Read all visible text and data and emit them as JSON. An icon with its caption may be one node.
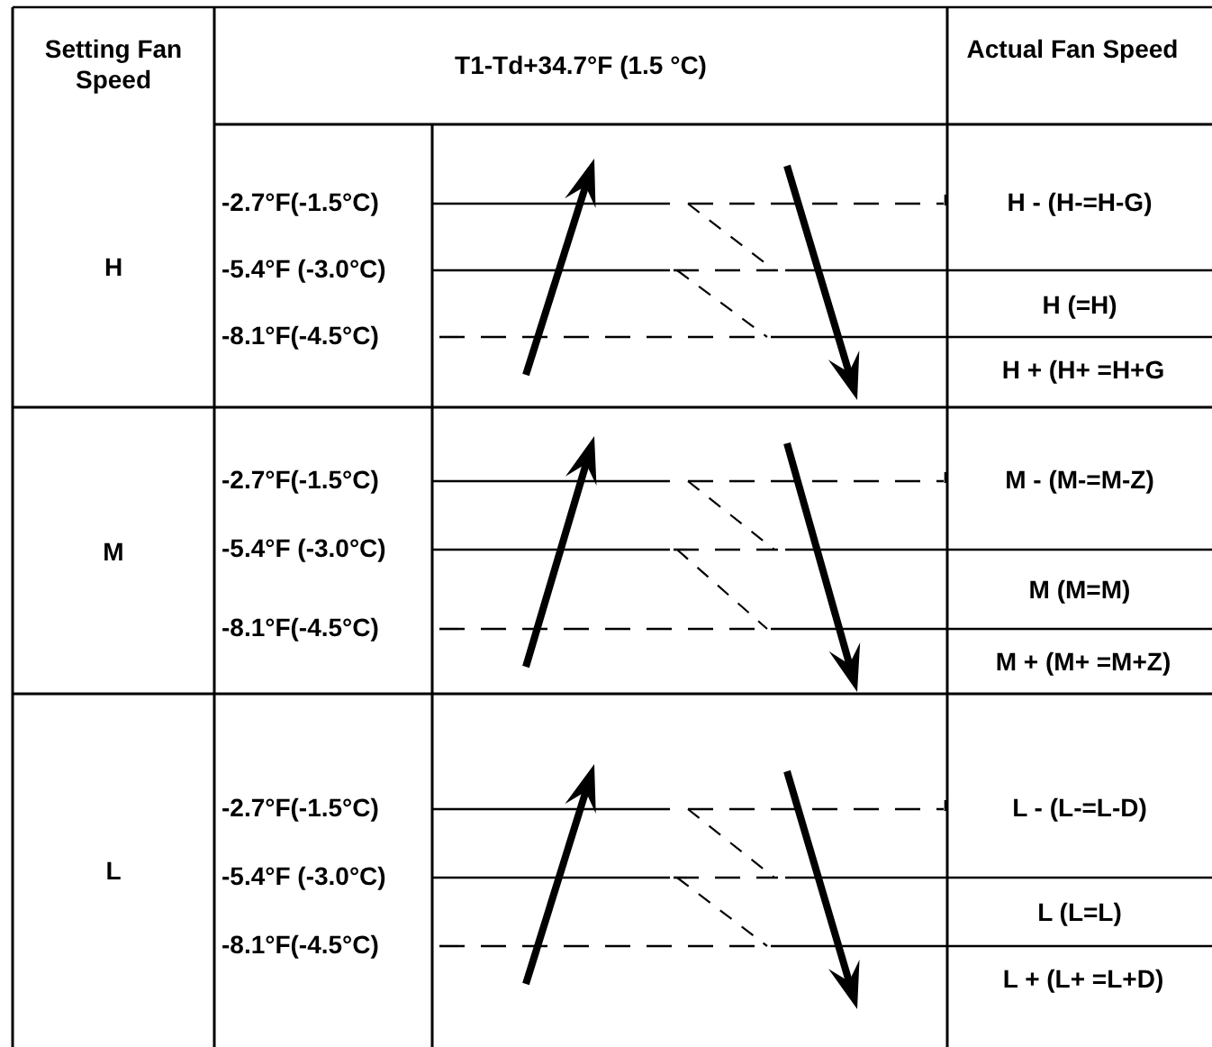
{
  "diagram": {
    "labels": [
      "Setting Fan Speed",
      "T1-Td+34.7°F (1.5 °C)",
      "Actual Fan Speed",
      "H",
      "-2.7°F(-1.5°C)",
      "H - (H-=H-G)",
      "-5.4°F (-3.0°C)",
      "H  (=H)",
      "-8.1°F(-4.5°C)",
      "H + (H+ =H+G",
      "M",
      "-2.7°F(-1.5°C)",
      "M - (M-=M-Z)",
      "-5.4°F (-3.0°C)",
      "M (M=M)",
      "-8.1°F(-4.5°C)",
      "M + (M+ =M+Z)",
      "L",
      "-2.7°F(-1.5°C)",
      "L - (L-=L-D)",
      "-5.4°F (-3.0°C)",
      "L  (L=L)",
      "-8.1°F(-4.5°C)",
      "L + (L+ =L+D)"
    ]
  }
}
